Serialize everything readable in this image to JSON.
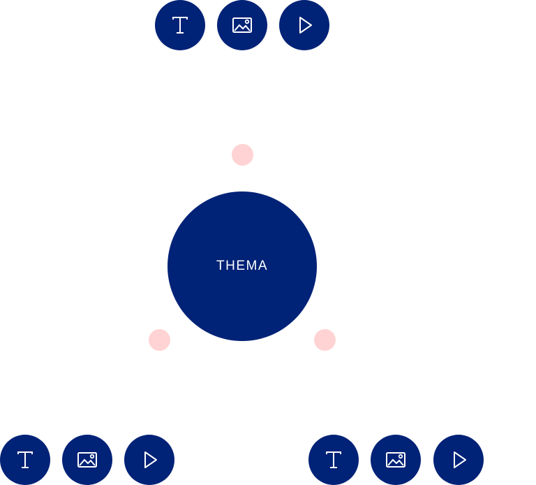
{
  "colors": {
    "primary": "#002277",
    "accent_dot": "#ffd3d3",
    "icon": "#ffffff"
  },
  "center": {
    "label": "THEMA"
  },
  "groups": [
    {
      "name": "top",
      "items": [
        {
          "type": "text",
          "icon": "text-icon"
        },
        {
          "type": "image",
          "icon": "image-icon"
        },
        {
          "type": "video",
          "icon": "play-icon"
        }
      ]
    },
    {
      "name": "bottom-left",
      "items": [
        {
          "type": "text",
          "icon": "text-icon"
        },
        {
          "type": "image",
          "icon": "image-icon"
        },
        {
          "type": "video",
          "icon": "play-icon"
        }
      ]
    },
    {
      "name": "bottom-right",
      "items": [
        {
          "type": "text",
          "icon": "text-icon"
        },
        {
          "type": "image",
          "icon": "image-icon"
        },
        {
          "type": "video",
          "icon": "play-icon"
        }
      ]
    }
  ],
  "connectors": [
    "top",
    "bottom-left",
    "bottom-right"
  ]
}
